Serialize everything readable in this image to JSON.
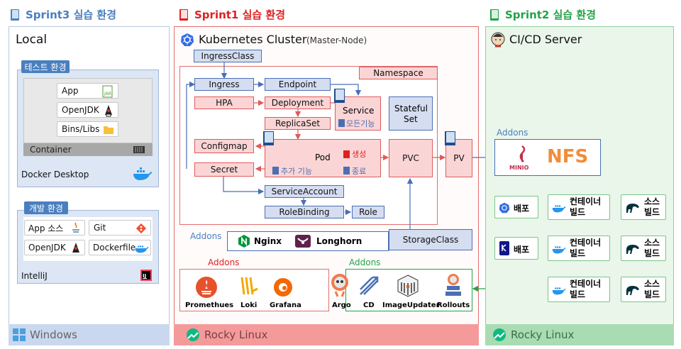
{
  "headers": {
    "sprint3": "Sprint3 실습 환경",
    "sprint1": "Sprint1 실습 환경",
    "sprint2": "Sprint2 실습 환경"
  },
  "colors": {
    "sprint3": "#4a7fbf",
    "sprint1": "#e02020",
    "sprint2": "#22a346"
  },
  "local": {
    "title": "Local",
    "test_env": {
      "label": "테스트 환경",
      "items": [
        "App",
        "OpenJDK",
        "Bins/Libs"
      ],
      "container": "Container",
      "runtime": "Docker Desktop"
    },
    "dev_env": {
      "label": "개발 환경",
      "items": [
        "App 소스",
        "Git",
        "OpenJDK",
        "Dockerfile"
      ],
      "ide": "IntelliJ"
    },
    "os": "Windows"
  },
  "k8s": {
    "title": "Kubernetes Cluster",
    "subtitle": "(Master-Node)",
    "ingress_class": "IngressClass",
    "namespace": "Namespace",
    "nodes": {
      "ingress": "Ingress",
      "endpoint": "Endpoint",
      "hpa": "HPA",
      "deployment": "Deployment",
      "replicaset": "ReplicaSet",
      "service": "Service",
      "service_note": "모든기능",
      "stateful": "Stateful",
      "stateful2": "Set",
      "configmap": "Configmap",
      "secret": "Secret",
      "pod": "Pod",
      "pod_create": "생성",
      "pod_add": "추가 기능",
      "pod_end": "종료",
      "pvc": "PVC",
      "pv": "PV",
      "service_account": "ServiceAccount",
      "role_binding": "RoleBinding",
      "role": "Role",
      "storage_class": "StorageClass"
    },
    "addons_label": "Addons",
    "addons_net": [
      "Nginx",
      "Longhorn"
    ],
    "addons_mon": [
      "Promethues",
      "Loki",
      "Grafana"
    ],
    "addons_cd": [
      "Argo",
      "CD",
      "ImageUpdater",
      "Rollouts"
    ],
    "os": "Rocky Linux"
  },
  "cicd": {
    "title": "CI/CD Server",
    "addons_label": "Addons",
    "addons": [
      "MINIO",
      "NFS"
    ],
    "rows": [
      {
        "deploy": "배포",
        "build": "컨테이너\n빌드",
        "source": "소스\n빌드"
      },
      {
        "deploy": "배포",
        "build": "컨테이너\n빌드",
        "source": "소스\n빌드"
      },
      {
        "deploy": "",
        "build": "컨테이너\n빌드",
        "source": "소스\n빌드"
      }
    ],
    "os": "Rocky Linux"
  }
}
